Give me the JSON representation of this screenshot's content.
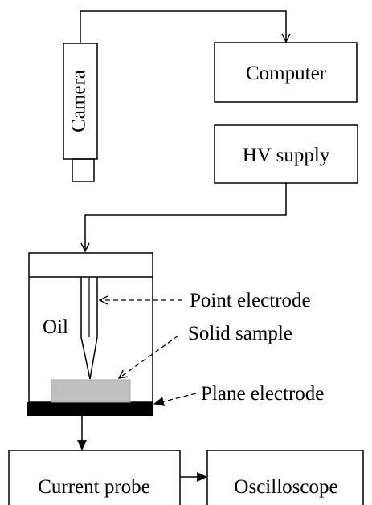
{
  "colors": {
    "line": "#000000",
    "sample_fill": "#c0c0c0",
    "sample_stroke": "#a6a6a6",
    "plane_fill": "#000000",
    "background": "#ffffff"
  },
  "blocks": {
    "camera": "Camera",
    "computer": "Computer",
    "hv_supply": "HV supply",
    "current_probe": "Current probe",
    "oscilloscope": "Oscilloscope"
  },
  "cell": {
    "medium": "Oil"
  },
  "callouts": {
    "point_electrode": "Point electrode",
    "solid_sample": "Solid sample",
    "plane_electrode": "Plane electrode"
  }
}
